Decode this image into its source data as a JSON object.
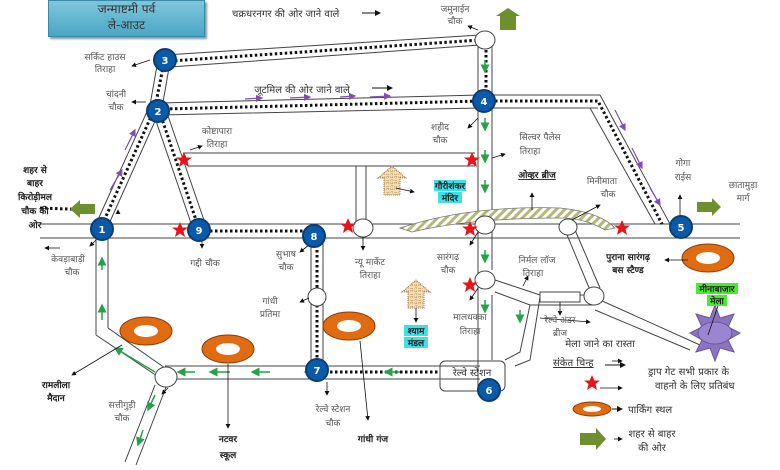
{
  "title": {
    "line1": "जन्माष्टमी पर्व",
    "line2": "ले-आउट"
  },
  "colors": {
    "node_fill": "#0b5aa8",
    "node_stroke": "#0a3d73",
    "drop_gate": "#e8141c",
    "parking": "#e06b10",
    "exit_arrow": "#6d8f2e",
    "flow_green": "#27a04a",
    "flow_purple": "#7d4fb0",
    "mela": "#8a75c0",
    "highlight_cyan": "#3fe0e8",
    "highlight_green": "#46ee2a"
  },
  "nodes": [
    {
      "id": "1",
      "label": "1"
    },
    {
      "id": "2",
      "label": "2"
    },
    {
      "id": "3",
      "label": "3"
    },
    {
      "id": "4",
      "label": "4"
    },
    {
      "id": "5",
      "label": "5"
    },
    {
      "id": "6",
      "label": "6"
    },
    {
      "id": "7",
      "label": "7"
    },
    {
      "id": "8",
      "label": "8"
    },
    {
      "id": "9",
      "label": "9"
    }
  ],
  "labels": {
    "chakradharnagar": "चक्रधरनगर की ओर जाने वाले",
    "jutemill": "जूटमिल की ओर जाने वाले",
    "jamunain_1": "जमुनाईन",
    "jamunain_2": "चौक",
    "circuit_1": "सर्किट हाउस",
    "circuit_2": "तिराहा",
    "chandni_1": "चांदनी",
    "chandni_2": "चौक",
    "koshta_1": "कोष्टापारा",
    "koshta_2": "तिराहा",
    "shahid_1": "शहीद",
    "shahid_2": "चौक",
    "silver_1": "सिल्वर पैलेस",
    "silver_2": "तिराहा",
    "overbridge": "ओव्हर ब्रीज",
    "minimata_1": "मिनीमाता",
    "minimata_2": "चौक",
    "goga_1": "गोगा",
    "goga_2": "राईस",
    "chhatamuda_1": "छातामुड़ा",
    "chhatamuda_2": "मार्ग",
    "city_out_1": "शहर से",
    "city_out_2": "बाहर",
    "city_out_3": "किरोड़ीमल",
    "city_out_4": "चौक की",
    "city_out_5": "ओर",
    "kevdabadi_1": "केवड़ाबाड़ी",
    "kevdabadi_2": "चौक",
    "gaddi": "गद्दी चौक",
    "subhash_1": "सुभाष",
    "subhash_2": "चौक",
    "newmarket_1": "न्यू मार्केट",
    "newmarket_2": "तिराहा",
    "gaurishankar_1": "गौरीशंकर",
    "gaurishankar_2": "मंदिर",
    "sarangarh_1": "सारंगढ़",
    "sarangarh_2": "चौक",
    "nirmal_1": "निर्मल लॉज",
    "nirmal_2": "तिराहा",
    "purana_1": "पुराना सारंगढ़",
    "purana_2": "बस स्टैण्ड",
    "meenabazar_1": "मीनाबाजार",
    "meenabazar_2": "मेला",
    "gandhi_1": "गांधी",
    "gandhi_2": "प्रतिमा",
    "maldhakka_1": "मालधक्का",
    "maldhakka_2": "तिराहा",
    "railunder_1": "रेल्वे अंडर",
    "railunder_2": "ब्रीज",
    "mela_route": "मेला जाने का रास्ता",
    "shyam_1": "श्याम",
    "shyam_2": "मंडल",
    "ramlila_1": "रामलीला",
    "ramlila_2": "मैदान",
    "sattiguddi_1": "सत्तीगुड़ी",
    "sattiguddi_2": "चौक",
    "railway_station": "रेल्वे स्टेशन",
    "railway_chowk_1": "रेल्वे स्टेशन",
    "railway_chowk_2": "चौक",
    "natwar_1": "नटवर",
    "natwar_2": "स्कूल",
    "gandhiganj": "गांधी गंज"
  },
  "legend": {
    "heading": "संकेत चिन्ह",
    "items": [
      {
        "icon": "drop-gate-star-icon",
        "line1": "ड्राप गेट सभी प्रकार के",
        "line2": "वाहनो के लिए प्रतिबंध"
      },
      {
        "icon": "parking-ring-icon",
        "line1": "पार्किंग स्थल",
        "line2": ""
      },
      {
        "icon": "exit-arrow-icon",
        "line1": "शहर से बाहर",
        "line2": "की ओर"
      }
    ]
  }
}
